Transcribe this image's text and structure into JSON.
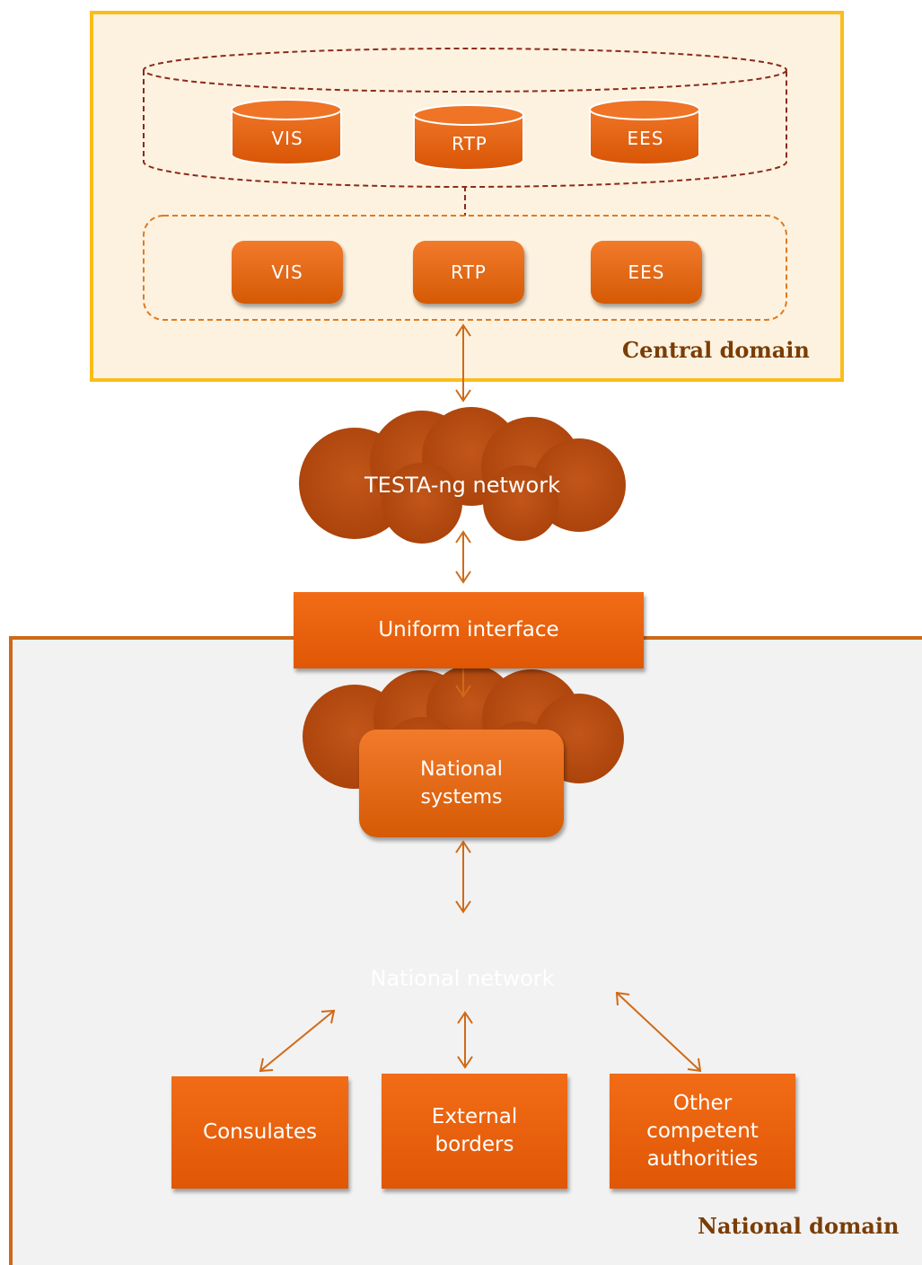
{
  "central_domain": {
    "label": "Central domain",
    "databases": [
      {
        "label": "VIS"
      },
      {
        "label": "RTP"
      },
      {
        "label": "EES"
      }
    ],
    "applications": [
      {
        "label": "VIS"
      },
      {
        "label": "RTP"
      },
      {
        "label": "EES"
      }
    ]
  },
  "testa_network": {
    "label": "TESTA-ng network"
  },
  "uniform_interface": {
    "label": "Uniform interface"
  },
  "national_domain": {
    "label": "National domain",
    "national_systems": {
      "line1": "National",
      "line2": "systems"
    },
    "national_network": {
      "label": "National network"
    },
    "endpoints": {
      "consulates": {
        "label": "Consulates"
      },
      "external_borders": {
        "line1": "External",
        "line2": "borders"
      },
      "other_authorities": {
        "line1": "Other",
        "line2": "competent",
        "line3": "authorities"
      }
    }
  },
  "colors": {
    "orange": "#e8620c",
    "brown_cloud": "#b94a05",
    "arrow": "#d06a16",
    "central_border": "#fbbd1b",
    "central_fill": "#fdf2e0",
    "national_border": "#cc6a1a",
    "national_fill": "#f2f2f2",
    "label_brown": "#7a3d05"
  }
}
